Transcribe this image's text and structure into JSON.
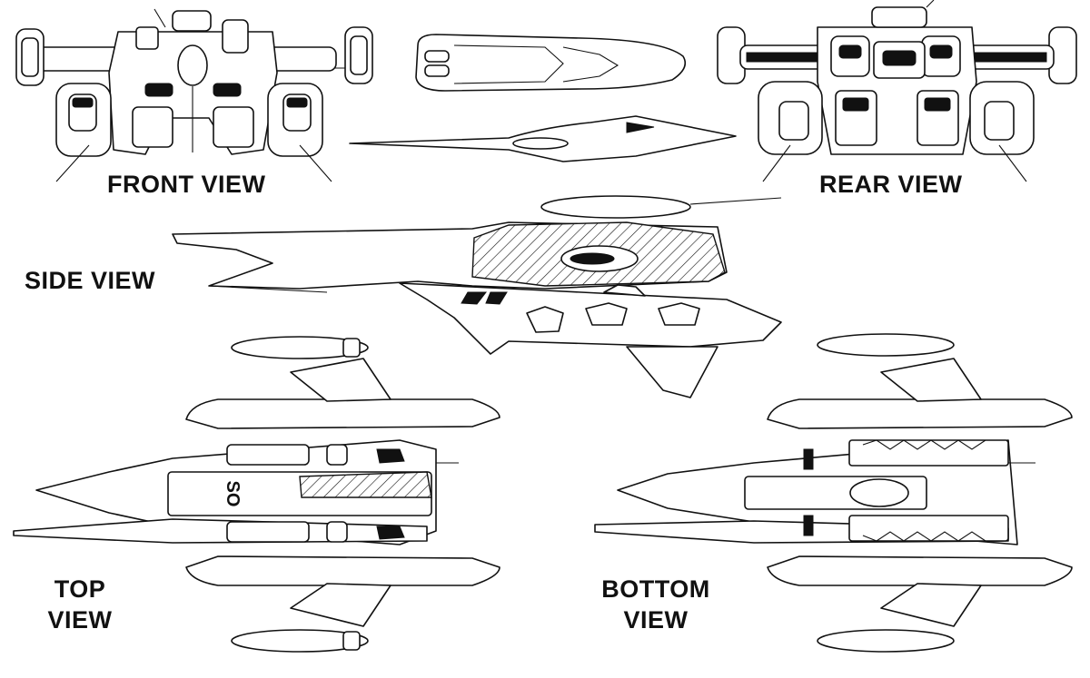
{
  "labels": {
    "front_view": "FRONT VIEW",
    "rear_view": "REAR VIEW",
    "side_view": "SIDE VIEW",
    "top_view_line1": "TOP",
    "top_view_line2": "VIEW",
    "bottom_view_line1": "BOTTOM",
    "bottom_view_line2": "VIEW"
  },
  "markings": {
    "hull_code": "SO"
  },
  "colors": {
    "line": "#111111",
    "paper": "#ffffff"
  }
}
